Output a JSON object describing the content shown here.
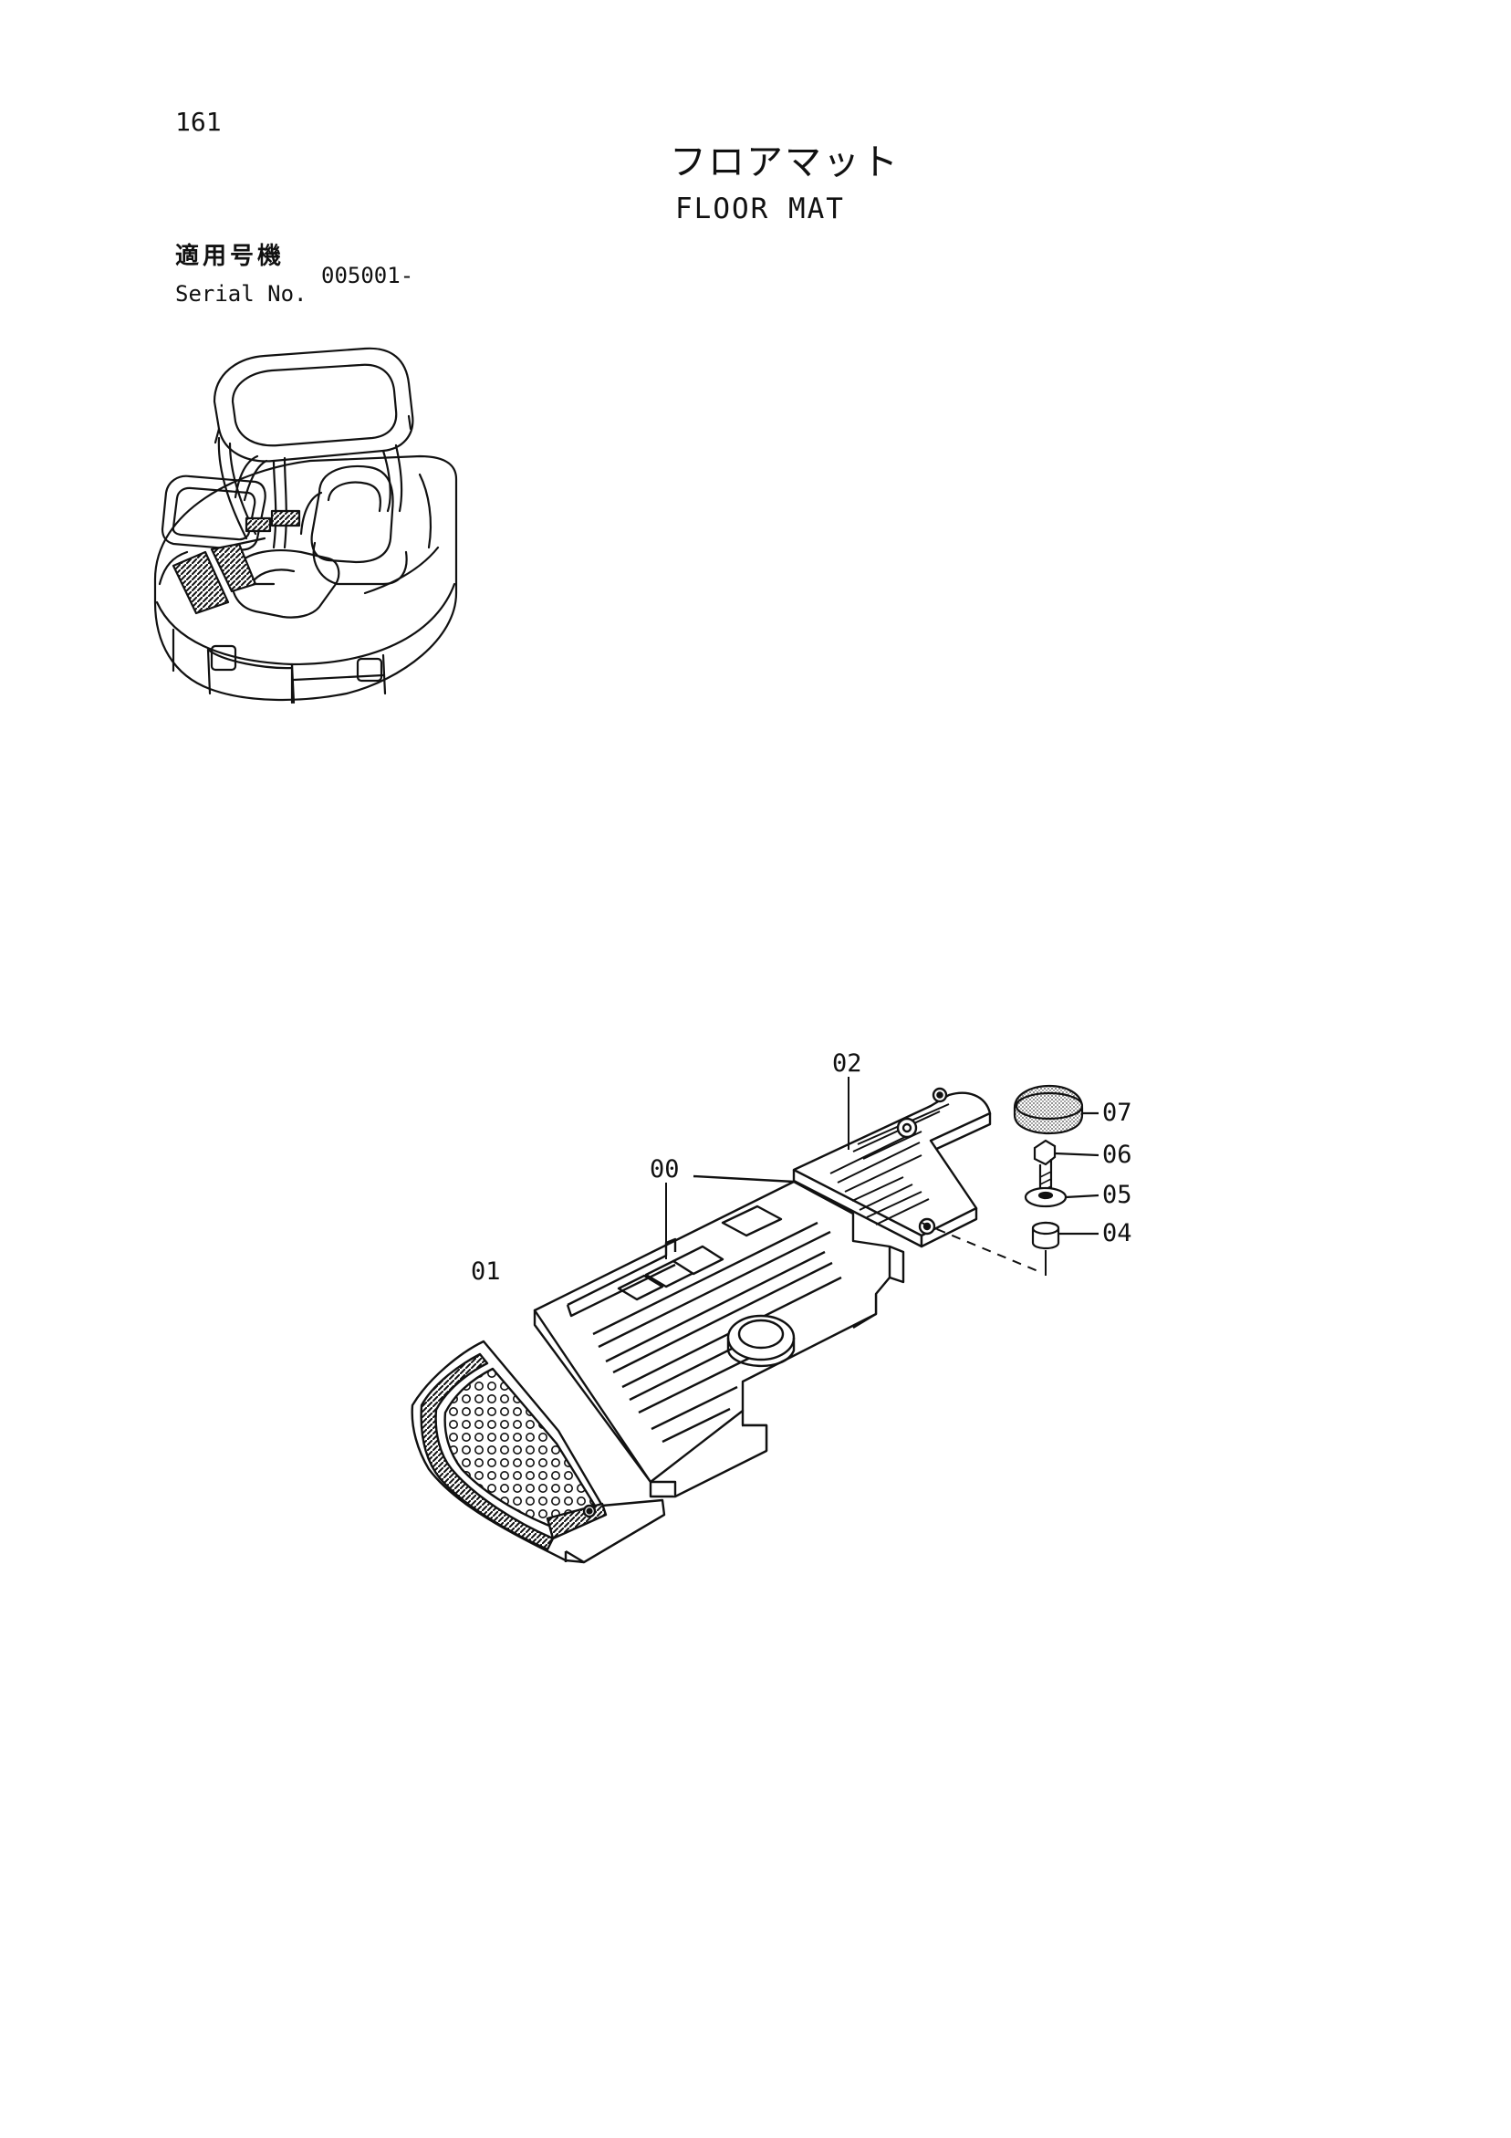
{
  "page": {
    "number": "161",
    "title_jp": "フロアマット",
    "title_en": "FLOOR MAT"
  },
  "serial": {
    "label_jp": "適用号機",
    "label_en": "Serial No.",
    "value": "005001-"
  },
  "callouts": [
    {
      "id": "00",
      "label": "00"
    },
    {
      "id": "01",
      "label": "01"
    },
    {
      "id": "02",
      "label": "02"
    },
    {
      "id": "04",
      "label": "04"
    },
    {
      "id": "05",
      "label": "05"
    },
    {
      "id": "06",
      "label": "06"
    },
    {
      "id": "07",
      "label": "07"
    }
  ]
}
